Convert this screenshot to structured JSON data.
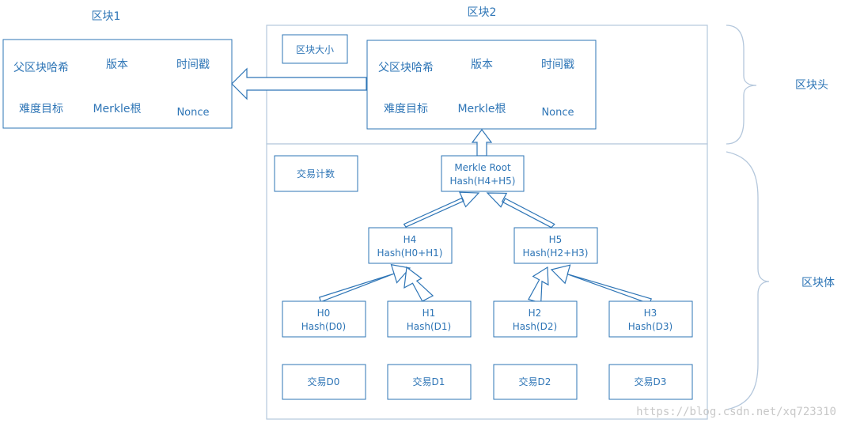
{
  "block1": {
    "title": "区块1",
    "parent_hash": "父区块哈希",
    "version": "版本",
    "timestamp": "时间戳",
    "difficulty": "难度目标",
    "merkle_root": "Merkle根",
    "nonce": "Nonce"
  },
  "block2": {
    "title": "区块2",
    "block_size": "区块大小",
    "header": {
      "parent_hash": "父区块哈希",
      "version": "版本",
      "timestamp": "时间戳",
      "difficulty": "难度目标",
      "merkle_root": "Merkle根",
      "nonce": "Nonce"
    },
    "tx_count": "交易计数",
    "merkle_root_node": {
      "line1": "Merkle Root",
      "line2": "Hash(H4+H5)"
    },
    "h4": {
      "line1": "H4",
      "line2": "Hash(H0+H1)"
    },
    "h5": {
      "line1": "H5",
      "line2": "Hash(H2+H3)"
    },
    "h0": {
      "line1": "H0",
      "line2": "Hash(D0)"
    },
    "h1": {
      "line1": "H1",
      "line2": "Hash(D1)"
    },
    "h2": {
      "line1": "H2",
      "line2": "Hash(D2)"
    },
    "h3": {
      "line1": "H3",
      "line2": "Hash(D3)"
    },
    "transactions": [
      "交易D0",
      "交易D1",
      "交易D2",
      "交易D3"
    ]
  },
  "labels": {
    "block_header": "区块头",
    "block_body": "区块体"
  },
  "watermark": "https://blog.csdn.net/xq723310",
  "colors": {
    "stroke": "#2e75b6",
    "frame": "#b4c7dc",
    "text": "#2e75b6"
  }
}
